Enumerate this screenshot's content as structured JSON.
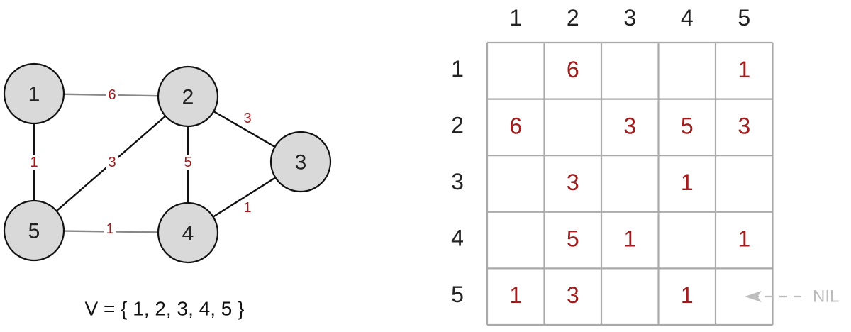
{
  "graph": {
    "nodes": [
      {
        "id": "1",
        "label": "1"
      },
      {
        "id": "2",
        "label": "2"
      },
      {
        "id": "3",
        "label": "3"
      },
      {
        "id": "4",
        "label": "4"
      },
      {
        "id": "5",
        "label": "5"
      }
    ],
    "edges": [
      {
        "from": "1",
        "to": "2",
        "weight": "6"
      },
      {
        "from": "2",
        "to": "3",
        "weight": "3"
      },
      {
        "from": "1",
        "to": "5",
        "weight": "1"
      },
      {
        "from": "2",
        "to": "5",
        "weight": "3"
      },
      {
        "from": "2",
        "to": "4",
        "weight": "5"
      },
      {
        "from": "3",
        "to": "4",
        "weight": "1"
      },
      {
        "from": "5",
        "to": "4",
        "weight": "1"
      }
    ],
    "vertex_set": "V = { 1, 2, 3, 4, 5 }"
  },
  "matrix": {
    "col_headers": [
      "1",
      "2",
      "3",
      "4",
      "5"
    ],
    "row_headers": [
      "1",
      "2",
      "3",
      "4",
      "5"
    ],
    "cells": [
      [
        "",
        "6",
        "",
        "",
        "1"
      ],
      [
        "6",
        "",
        "3",
        "5",
        "3"
      ],
      [
        "",
        "3",
        "",
        "1",
        ""
      ],
      [
        "",
        "5",
        "1",
        "",
        "1"
      ],
      [
        "1",
        "3",
        "",
        "1",
        ""
      ]
    ],
    "nil_label": "NIL"
  },
  "colors": {
    "weight": "#a11c1c",
    "grid": "#aaaaaa",
    "nil": "#bdbdbd",
    "edge_gray": "#888888",
    "edge_dark": "#111111"
  }
}
